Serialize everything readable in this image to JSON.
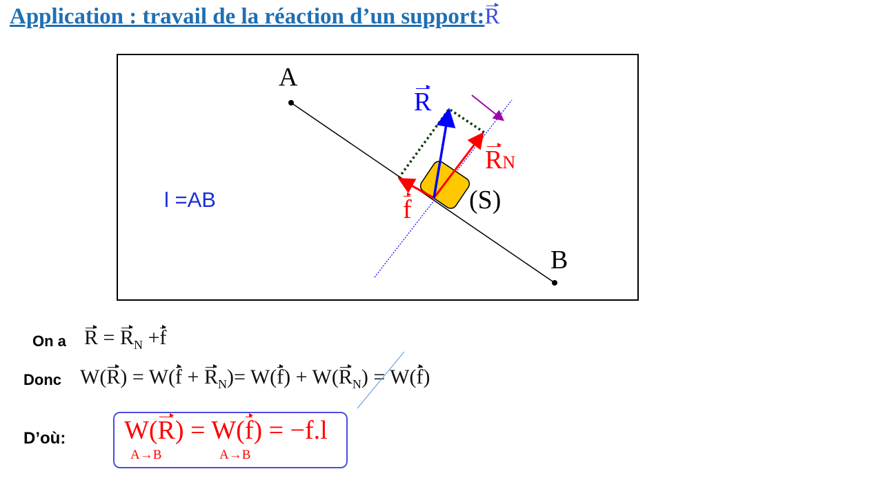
{
  "title": {
    "text": "Application : travail de la réaction d’un support:",
    "vector": "R"
  },
  "diagram": {
    "point_a": "A",
    "point_b": "B",
    "vec_r": "R",
    "vec_rn": "R",
    "vec_rn_sub": "N",
    "vec_f": "f",
    "solid": "(S)",
    "length_def": "l =AB",
    "colors": {
      "r": "#0000ff",
      "rn": "#ff0000",
      "f": "#ff0000",
      "block": "#ffc800",
      "dotted": "#0a3a0a",
      "arrow": "#a000b0"
    }
  },
  "equations": {
    "line1_label": "On a",
    "line1": {
      "a": "R",
      "eq": " = ",
      "b": "R",
      "b_sub": "N",
      "plus": " +",
      "c": "f"
    },
    "line2_label": "Donc",
    "line2": {
      "p1": "W(",
      "r": "R",
      "p2": ") = W(",
      "f": "f",
      "p3": " + ",
      "rn": "R",
      "sub": "N",
      "p4": ")= W(",
      "f2": "f",
      "p5": ") + W(",
      "rn2": "R",
      "sub2": "N",
      "p6": ") = W(",
      "f3": "f",
      "p7": ")"
    },
    "line3_label": "D’où:",
    "result": {
      "p1": "W(",
      "r": "R",
      "p2": ") = W(",
      "f": "f",
      "p3": ") = −f.l",
      "sub1": "A→B",
      "sub2": "A→B"
    }
  }
}
